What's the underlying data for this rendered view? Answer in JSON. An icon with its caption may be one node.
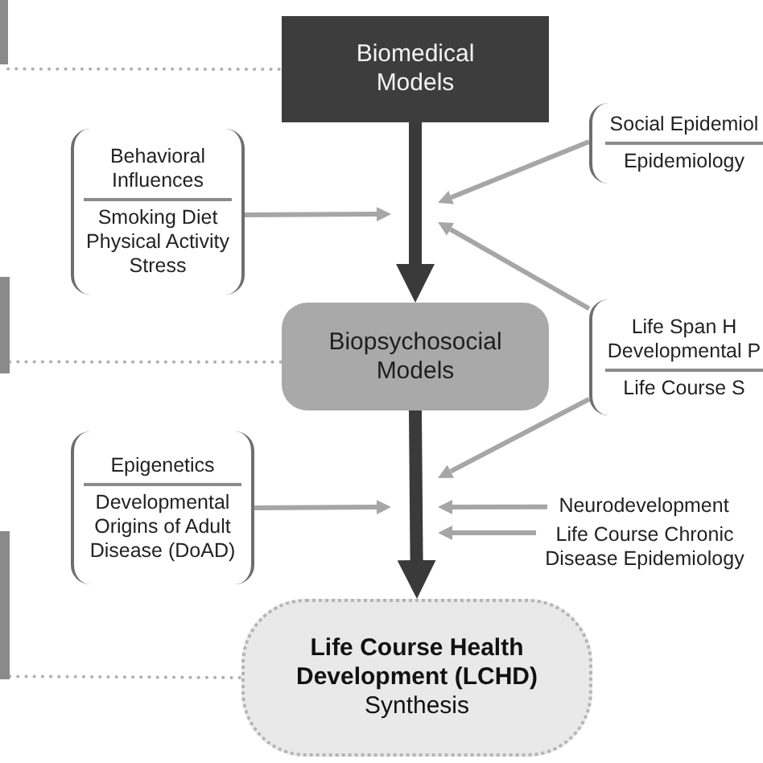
{
  "diagram": {
    "nodes": [
      {
        "text": [
          "Biomedical Models"
        ]
      },
      {
        "text": [
          "Behavioral Influences",
          "Smoking Diet Physical Activity Stress"
        ]
      },
      {
        "text": [
          "Social Epidemiol",
          "Epidemiology"
        ]
      },
      {
        "text": [
          "Biopsychosocial Models"
        ]
      },
      {
        "text": [
          "Life Span H",
          "Developmental P",
          "Life Course S"
        ]
      },
      {
        "text": [
          "Epigenetics",
          "Developmental Origins of Adult Disease (DoAD)"
        ]
      },
      {
        "text": [
          "Neurodevelopment"
        ]
      },
      {
        "text": [
          "Life Course Chronic Disease Epidemiology"
        ]
      },
      {
        "text": [
          "Life Course Health Development (LCHD)",
          "Synthesis"
        ]
      },
      {
        "text": [],
        "shape": "bar"
      },
      {
        "text": [],
        "shape": "bar"
      },
      {
        "text": [],
        "shape": "bar"
      }
    ],
    "edges": [
      {
        "from": 0,
        "to": 3,
        "arrow": "to",
        "style": "thick",
        "color": "#3a3a3a"
      },
      {
        "from": 3,
        "to": 8,
        "arrow": "to",
        "style": "thick",
        "color": "#3a3a3a"
      },
      {
        "from": 1,
        "to": null,
        "arrow": "to"
      },
      {
        "from": 2,
        "to": null,
        "arrow": "to"
      },
      {
        "from": 4,
        "to": null,
        "arrow": "to"
      },
      {
        "from": 4,
        "to": null,
        "arrow": "to"
      },
      {
        "from": 5,
        "to": null,
        "arrow": "to"
      },
      {
        "from": 6,
        "to": null,
        "arrow": "to"
      },
      {
        "from": 7,
        "to": null,
        "arrow": "to"
      },
      {
        "from": 9,
        "to": 0,
        "arrow": "none",
        "style": "dashed"
      },
      {
        "from": 10,
        "to": 3,
        "arrow": "none",
        "style": "dashed"
      },
      {
        "from": 11,
        "to": 8,
        "arrow": "none",
        "style": "dashed"
      }
    ]
  }
}
